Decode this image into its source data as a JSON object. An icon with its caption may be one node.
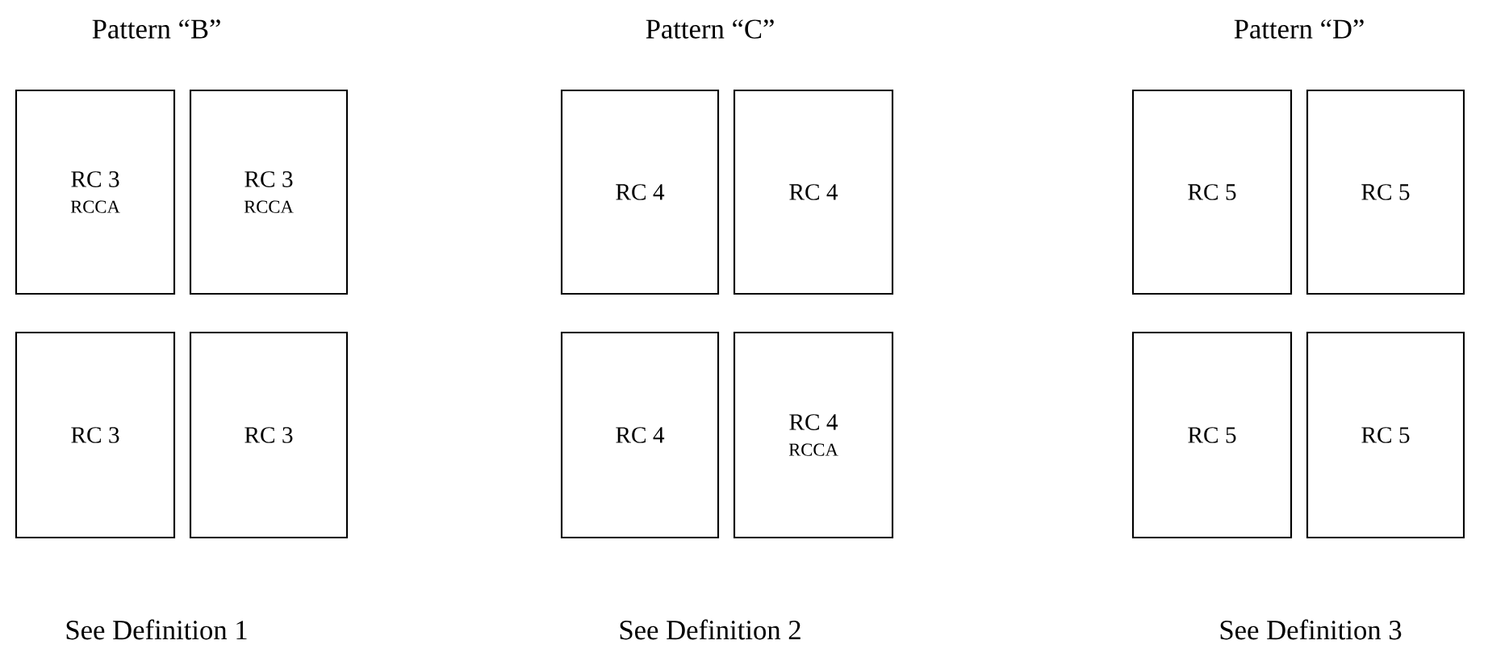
{
  "diagram": {
    "nodes": [
      {
        "text": [
          "RC 3",
          "RCCA"
        ]
      },
      {
        "text": [
          "RC 3",
          "RCCA"
        ]
      },
      {
        "text": [
          "RC 4"
        ]
      },
      {
        "text": [
          "RC 4"
        ]
      },
      {
        "text": [
          "RC 5"
        ]
      },
      {
        "text": [
          "RC 5"
        ]
      },
      {
        "text": [
          "RC 3"
        ]
      },
      {
        "text": [
          "RC 3"
        ]
      },
      {
        "text": [
          "RC 4"
        ]
      },
      {
        "text": [
          "RC 4",
          "RCCA"
        ]
      },
      {
        "text": [
          "RC 5"
        ]
      },
      {
        "text": [
          "RC 5"
        ]
      }
    ],
    "labels": [
      "Pattern “B”",
      "Pattern “C”",
      "Pattern “D”",
      "See Definition 1",
      "See Definition 2",
      "See Definition 3"
    ]
  }
}
